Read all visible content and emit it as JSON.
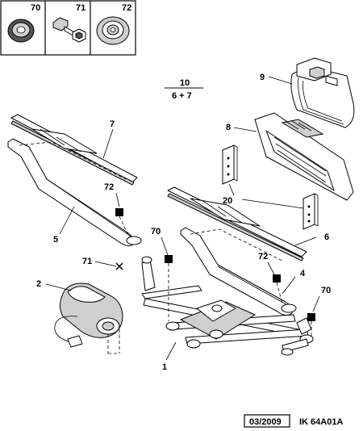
{
  "legend": {
    "items": [
      {
        "ref": "70"
      },
      {
        "ref": "71"
      },
      {
        "ref": "72"
      }
    ]
  },
  "group": {
    "top": "10",
    "bottom": "6 + 7"
  },
  "callouts": {
    "c1": "1",
    "c2": "2",
    "c4": "4",
    "c5": "5",
    "c6": "6",
    "c7": "7",
    "c8": "8",
    "c9": "9",
    "c20": "20",
    "c70a": "70",
    "c70b": "70",
    "c71": "71",
    "c72a": "72",
    "c72b": "72"
  },
  "footer": {
    "date": "03/2009",
    "code": "IK 64A01A"
  }
}
